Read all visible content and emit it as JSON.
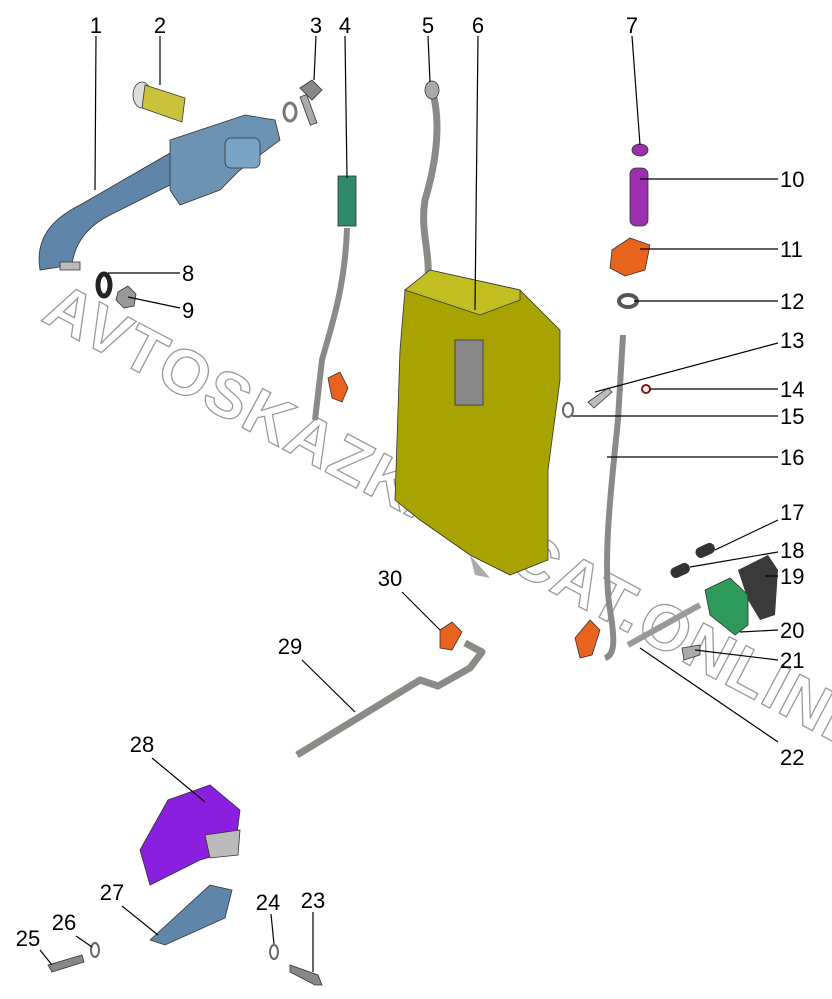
{
  "watermark": "AVTOSKAZKA.ACAT.ONLINE",
  "callouts": [
    "1",
    "2",
    "3",
    "4",
    "5",
    "6",
    "7",
    "8",
    "9",
    "10",
    "11",
    "12",
    "13",
    "14",
    "15",
    "16",
    "17",
    "18",
    "19",
    "20",
    "21",
    "22",
    "23",
    "24",
    "25",
    "26",
    "27",
    "28",
    "29",
    "30"
  ],
  "colors": {
    "handle": "#5f86a8",
    "lock_cylinder": "#c9c23a",
    "lock_body": "#a8a300",
    "connector": "#2e8a6a",
    "clip": "#e8641e",
    "pin": "#9b2fb0",
    "bracket_purple": "#8a1fe0",
    "bracket_green": "#2e9a5a",
    "rod": "#8a8a86",
    "gasket": "#3a3a3a"
  }
}
